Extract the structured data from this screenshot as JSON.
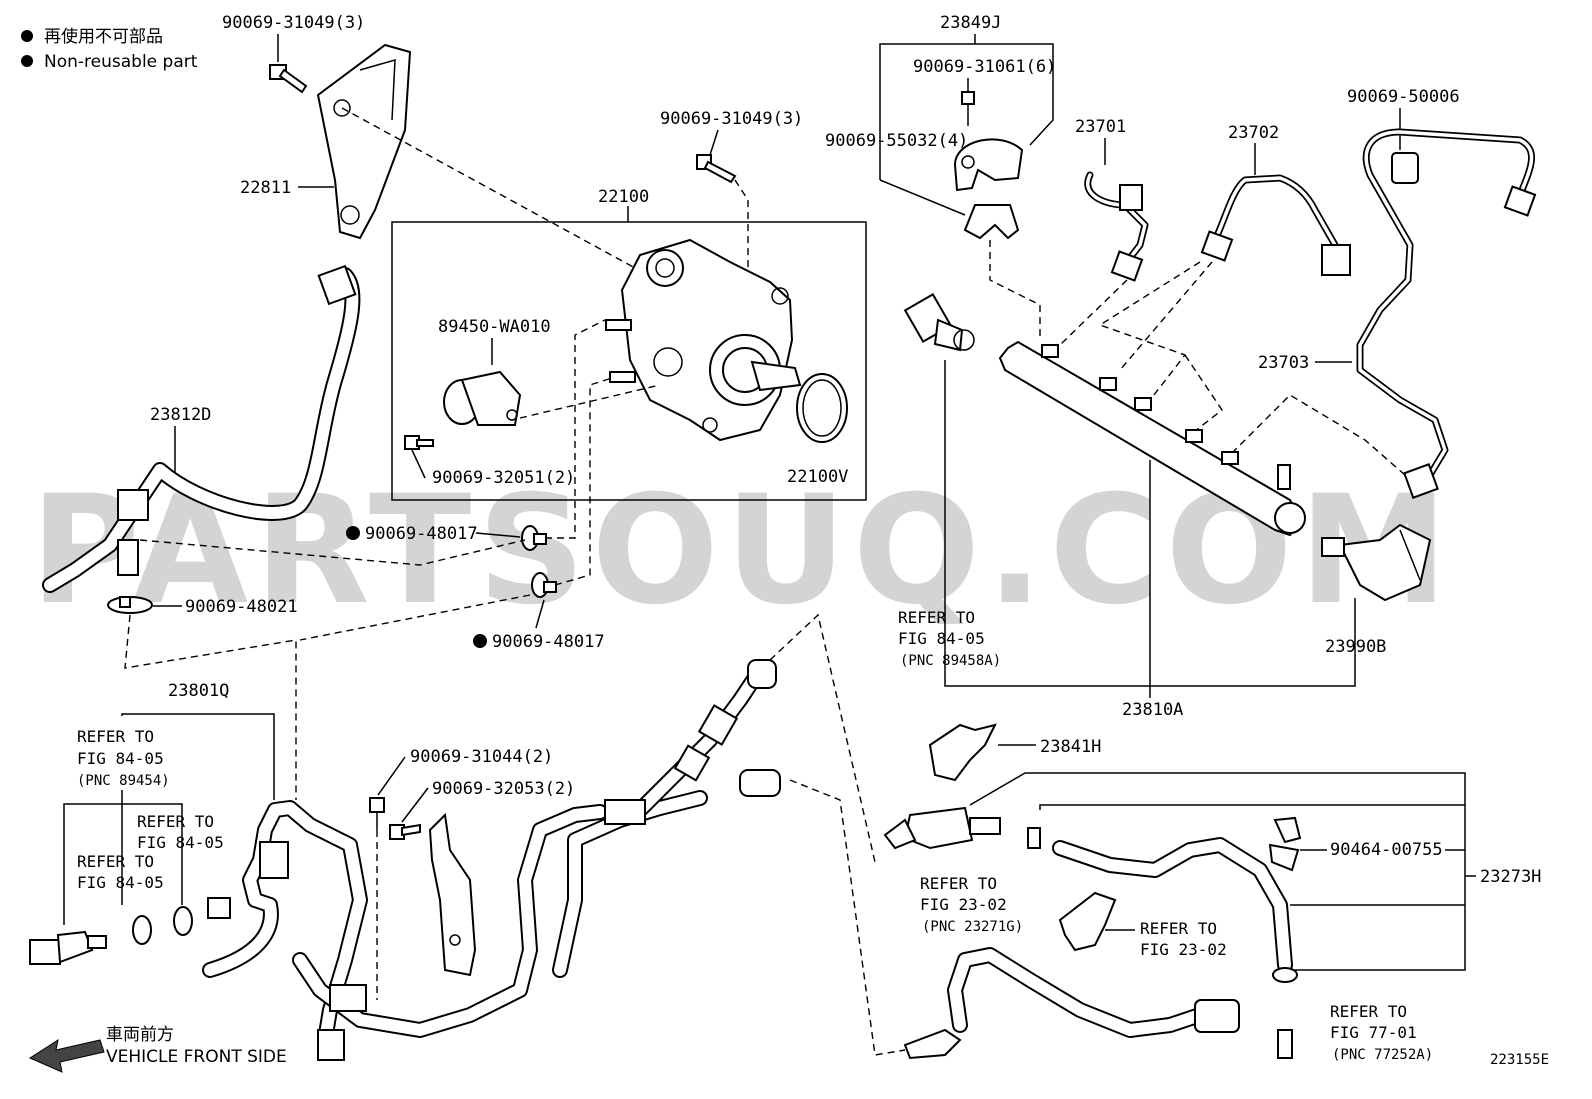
{
  "legend": {
    "jp": "再使用不可部品",
    "en": "Non-reusable part"
  },
  "watermark": "PARTSOUQ.COM",
  "figure_id": "223155E",
  "front_indicator": {
    "jp": "車両前方",
    "en": "VEHICLE FRONT SIDE"
  },
  "labels": {
    "p_22811": "22811",
    "p_90069_31049_a": "90069-31049(3)",
    "p_90069_31049_b": "90069-31049(3)",
    "p_22100": "22100",
    "p_89450": "89450-WA010",
    "p_90069_32051": "90069-32051(2)",
    "p_22100V": "22100V",
    "p_23812D": "23812D",
    "p_90069_48017_a": "90069-48017",
    "p_90069_48017_b": "90069-48017",
    "p_90069_48021": "90069-48021",
    "p_23801Q": "23801Q",
    "p_90069_31044": "90069-31044(2)",
    "p_90069_32053": "90069-32053(2)",
    "p_23849J": "23849J",
    "p_90069_31061": "90069-31061(6)",
    "p_90069_55032": "90069-55032(4)",
    "p_23701": "23701",
    "p_23702": "23702",
    "p_90069_50006": "90069-50006",
    "p_23703": "23703",
    "p_23990B": "23990B",
    "p_23810A": "23810A",
    "p_23841H": "23841H",
    "p_90464": "90464-00755",
    "p_23273H": "23273H"
  },
  "refs": {
    "r1": {
      "l1": "REFER TO",
      "l2": "FIG 84-05",
      "l3": "(PNC 89458A)"
    },
    "r2": {
      "l1": "REFER TO",
      "l2": "FIG 84-05",
      "l3": "(PNC 89454)"
    },
    "r3": {
      "l1": "REFER TO",
      "l2": "FIG 84-05"
    },
    "r4": {
      "l1": "REFER TO",
      "l2": "FIG 84-05"
    },
    "r5": {
      "l1": "REFER TO",
      "l2": "FIG 23-02",
      "l3": "(PNC 23271G)"
    },
    "r6": {
      "l1": "REFER TO",
      "l2": "FIG 23-02"
    },
    "r7": {
      "l1": "REFER TO",
      "l2": "FIG 77-01",
      "l3": "(PNC 77252A)"
    }
  }
}
